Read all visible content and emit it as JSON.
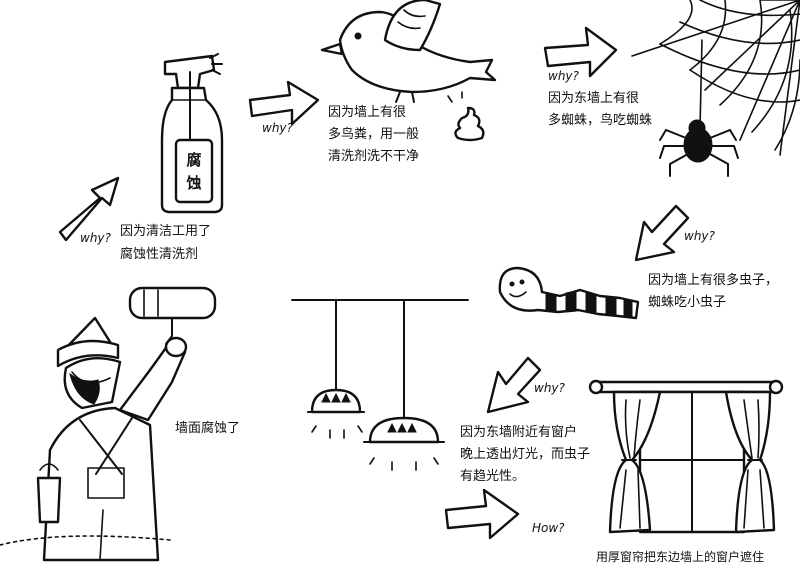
{
  "steps": [
    {
      "why": "why?",
      "caption": [
        "因为清洁工用了",
        "腐蚀性清洗剂"
      ]
    },
    {
      "why": "why?",
      "caption": [
        "因为墙上有很",
        "多鸟粪，用一般",
        "清洗剂洗不干净"
      ]
    },
    {
      "why": "why?",
      "caption": [
        "因为东墙上有很",
        "多蜘蛛，鸟吃蜘蛛"
      ]
    },
    {
      "why": "why?",
      "caption": [
        "因为墙上有很多虫子，",
        "蜘蛛吃小虫子"
      ]
    },
    {
      "why": "why?",
      "caption": [
        "因为东墙附近有窗户",
        "晚上透出灯光，而虫子",
        "有趋光性。"
      ]
    }
  ],
  "start_caption": "墙面腐蚀了",
  "bottle_label": [
    "腐",
    "蚀"
  ],
  "how": {
    "label": "How?",
    "caption": "用厚窗帘把东边墙上的窗户遮住"
  }
}
